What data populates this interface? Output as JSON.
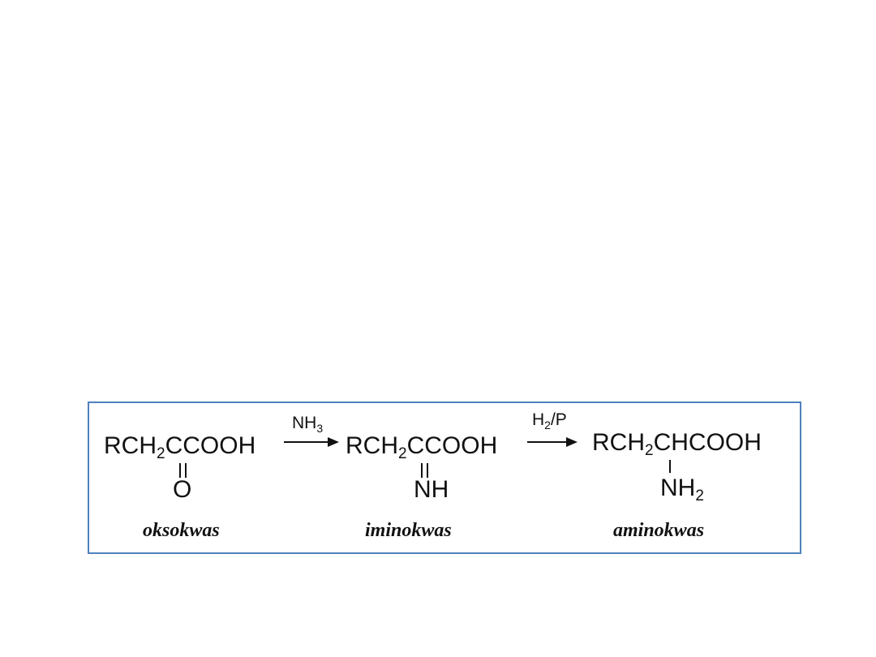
{
  "scheme": {
    "compound1": {
      "formula_a": "RCH",
      "formula_sub": "2",
      "formula_b": "CCOOH",
      "substituent": "O",
      "name": "oksokwas"
    },
    "arrow1": {
      "reagent_a": "NH",
      "reagent_sub": "3",
      "reagent_b": ""
    },
    "compound2": {
      "formula_a": "RCH",
      "formula_sub": "2",
      "formula_b": "CCOOH",
      "substituent": "NH",
      "name": "iminokwas"
    },
    "arrow2": {
      "reagent_a": "H",
      "reagent_sub": "2",
      "reagent_b": "/P"
    },
    "compound3": {
      "formula_a": "RCH",
      "formula_sub": "2",
      "formula_b": "CHCOOH",
      "substituent_a": "NH",
      "substituent_sub": "2",
      "name": "aminokwas"
    },
    "border_color": "#4f81bd"
  }
}
